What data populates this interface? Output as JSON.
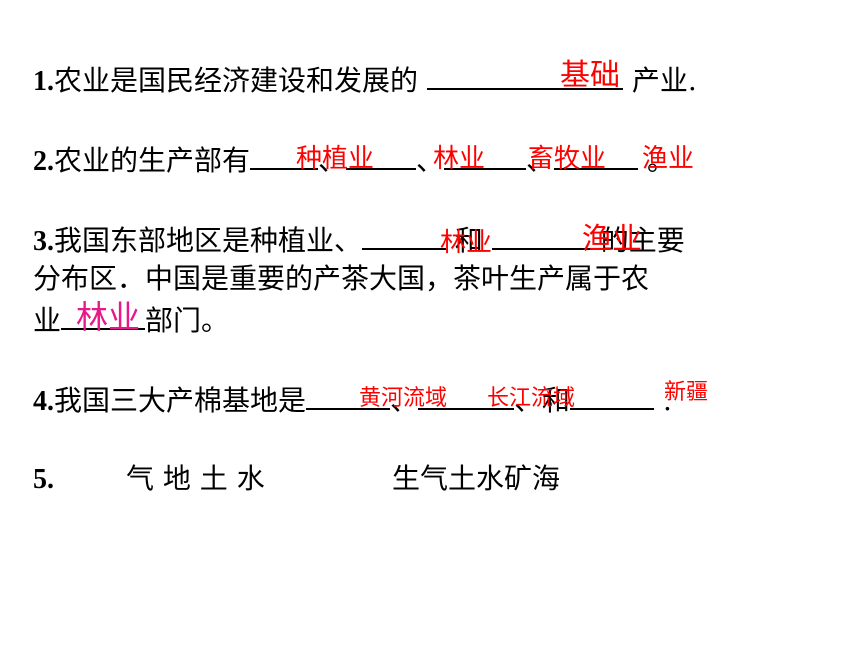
{
  "q1": {
    "num": "1.",
    "text_a": "农业是国民经济建设和发展的",
    "text_b": "产业.",
    "answer": "基础"
  },
  "q2": {
    "num": "2.",
    "text_a": "农业的生产部有",
    "sep1": "、",
    "sep2": "、",
    "sep3": "、",
    "end": "。",
    "answers": [
      "种植业",
      "林业",
      "畜牧业",
      "渔业"
    ]
  },
  "q3": {
    "num": "3.",
    "text_a": "我国东部地区是种植业、",
    "text_b": "和",
    "text_c": "的主要",
    "line2": "分布区．中国是重要的产茶大国，茶叶生产属于农",
    "line3_a": "业",
    "line3_b": "部门。",
    "answers": [
      "林业",
      "渔业",
      "林业"
    ]
  },
  "q4": {
    "num": "4.",
    "text_a": "我国三大产棉基地是",
    "sep1": "、",
    "sep2": "、和",
    "end": ".",
    "answers": [
      "黄河流域",
      "长江流域",
      "新疆"
    ]
  },
  "q5": {
    "num": "5.",
    "group1": "气 地 土 水",
    "group2": "生气土水矿海"
  }
}
